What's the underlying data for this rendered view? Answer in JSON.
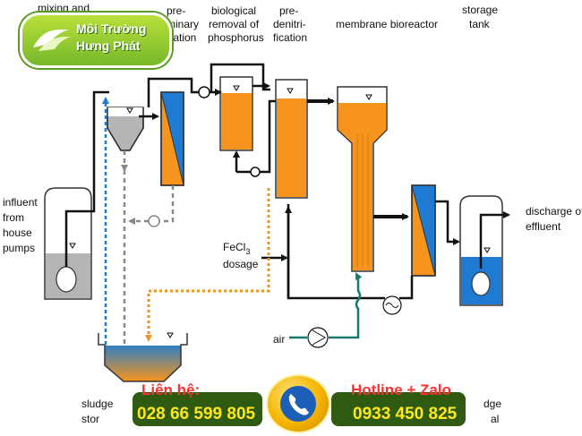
{
  "labels": {
    "mixing": "mixing and",
    "prelim": [
      "pre-",
      "minary",
      "tration"
    ],
    "bio": [
      "biological",
      "removal of",
      "phosphorus"
    ],
    "denit": [
      "pre-",
      "denitri-",
      "fication"
    ],
    "mbr": "membrane bioreactor",
    "storage": [
      "storage",
      "tank"
    ],
    "influent": [
      "influent",
      "from",
      "house",
      "pumps"
    ],
    "discharge": [
      "discharge of",
      "effluent"
    ],
    "fecl3": "FeCl",
    "fecl3_sub": "3",
    "dosage": "dosage",
    "air": "air",
    "sludge_left": [
      "sludge",
      "stor"
    ],
    "sludge_right": [
      "dge",
      "al"
    ]
  },
  "logo": {
    "line1": "Môi Trường",
    "line2": "Hưng Phát"
  },
  "banner": {
    "contact_label": "Liên hệ:",
    "contact_number": "028 66 599 805",
    "hotline_label": "Hotline + Zalo",
    "hotline_number": "0933 450 825"
  },
  "colors": {
    "orange": "#f7941d",
    "blue": "#1f7bd1",
    "gray": "#b5b5b5",
    "green_line": "#117a6f",
    "orange_dotted": "#e8952a",
    "blue_dotted": "#1f7bd1"
  }
}
